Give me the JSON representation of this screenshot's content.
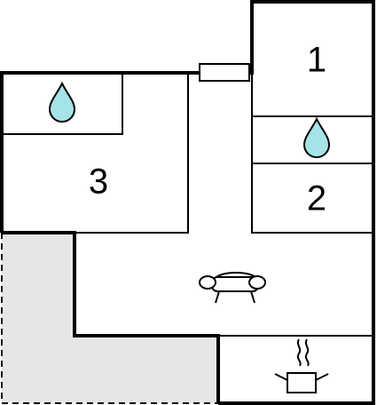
{
  "floor_plan": {
    "rooms": [
      {
        "id": "bedroom-1",
        "label": "1"
      },
      {
        "id": "bedroom-2",
        "label": "2"
      },
      {
        "id": "bedroom-3",
        "label": "3"
      }
    ],
    "icons": [
      {
        "name": "water-drop-icon",
        "room": "bathroom-left"
      },
      {
        "name": "water-drop-icon",
        "room": "bathroom-right"
      },
      {
        "name": "sofa-icon",
        "room": "living-room"
      },
      {
        "name": "cooking-pot-icon",
        "room": "kitchen"
      },
      {
        "name": "window-icon",
        "room": "hallway"
      }
    ],
    "colors": {
      "wall": "#000000",
      "outdoor_area": "#e6e6e6",
      "water": "#a6e3e7",
      "background": "#ffffff"
    }
  }
}
